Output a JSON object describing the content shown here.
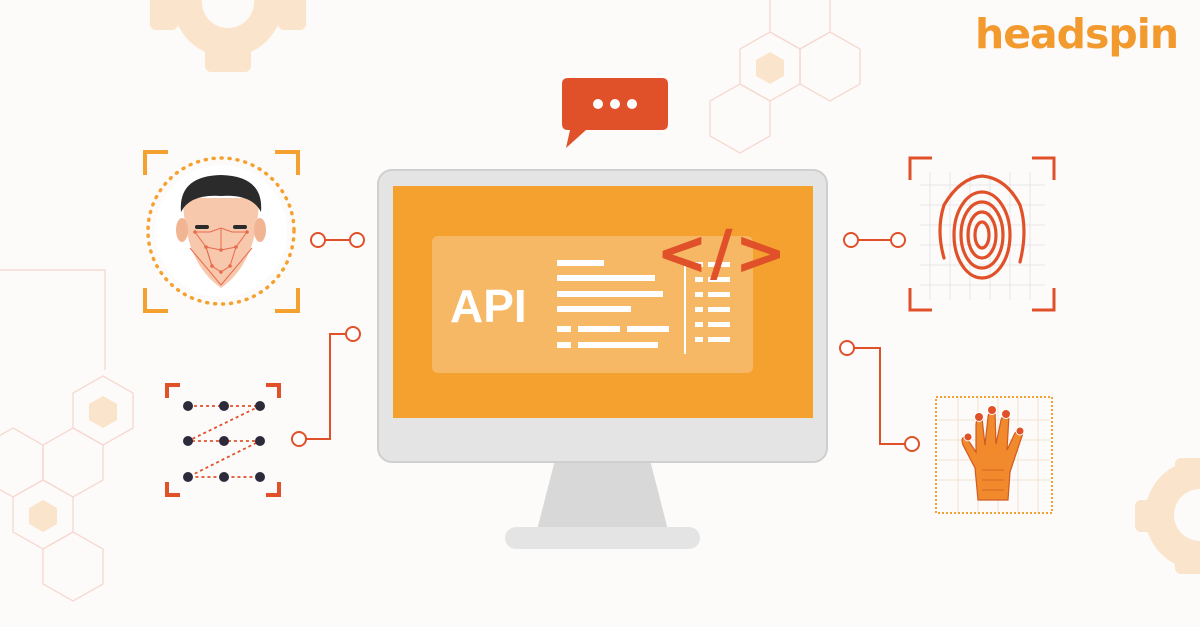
{
  "brand": {
    "logo_text": "headspin"
  },
  "screen": {
    "api_label": "API",
    "code_tag": "</>"
  },
  "chat_bubble": {
    "icon": "ellipsis-icon"
  },
  "biometrics": [
    {
      "name": "face-recognition",
      "icon": "face-scan-icon"
    },
    {
      "name": "pattern-lock",
      "icon": "pattern-lock-icon"
    },
    {
      "name": "fingerprint",
      "icon": "fingerprint-icon"
    },
    {
      "name": "hand-scan",
      "icon": "hand-scan-icon"
    }
  ],
  "colors": {
    "accent_orange": "#f5a130",
    "brand_orange": "#f29a2e",
    "red_orange": "#e0512a",
    "monitor_gray": "#e4e4e4",
    "background": "#fdfbf9"
  }
}
